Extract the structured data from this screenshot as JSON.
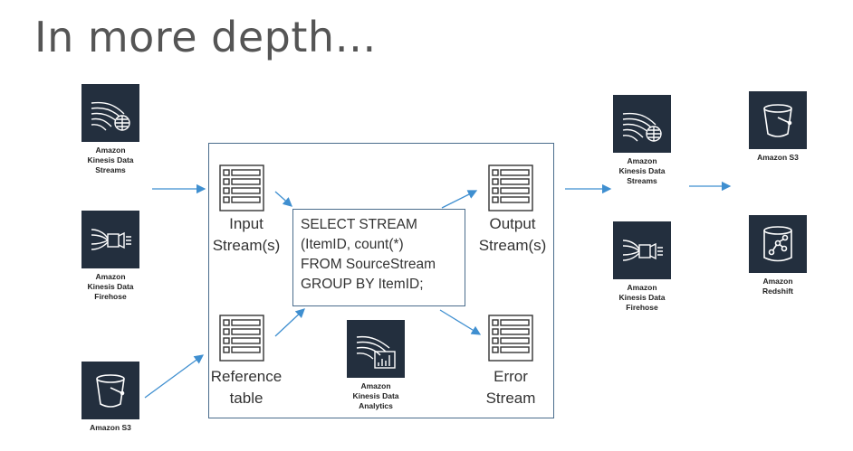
{
  "title": "In more depth…",
  "sources": [
    {
      "caption": [
        "Amazon",
        "Kinesis Data",
        "Streams"
      ],
      "icon": "kinesis-data-streams-icon"
    },
    {
      "caption": [
        "Amazon",
        "Kinesis Data",
        "Firehose"
      ],
      "icon": "kinesis-data-firehose-icon"
    },
    {
      "caption": [
        "Amazon S3"
      ],
      "icon": "amazon-s3-icon"
    }
  ],
  "inner": {
    "input_label": [
      "Input",
      "Stream(s)"
    ],
    "reference_label": [
      "Reference",
      "table"
    ],
    "output_label": [
      "Output",
      "Stream(s)"
    ],
    "error_label": [
      "Error",
      "Stream"
    ],
    "sql": [
      "SELECT STREAM",
      "(ItemID, count(*)",
      "FROM SourceStream",
      "GROUP BY ItemID;"
    ],
    "analytics_caption": [
      "Amazon",
      "Kinesis Data",
      "Analytics"
    ]
  },
  "destinations": [
    {
      "caption": [
        "Amazon",
        "Kinesis Data",
        "Streams"
      ],
      "icon": "kinesis-data-streams-icon"
    },
    {
      "caption": [
        "Amazon",
        "Kinesis Data",
        "Firehose"
      ],
      "icon": "kinesis-data-firehose-icon"
    }
  ],
  "sinks": [
    {
      "caption": [
        "Amazon S3"
      ],
      "icon": "amazon-s3-icon"
    },
    {
      "caption": [
        "Amazon",
        "Redshift"
      ],
      "icon": "amazon-redshift-icon"
    }
  ],
  "colors": {
    "tile": "#232f3e",
    "arrow": "#3f8fd0",
    "frame": "#4a6c8c"
  }
}
